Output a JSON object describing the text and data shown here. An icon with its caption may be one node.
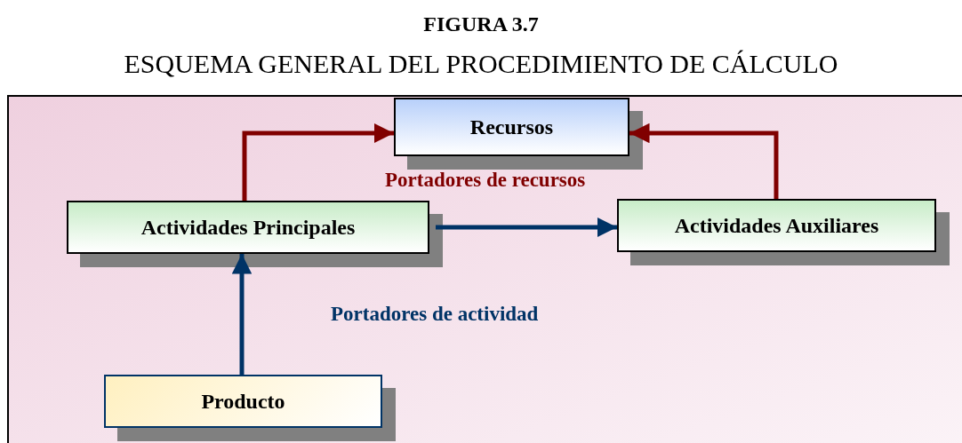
{
  "diagram": {
    "title": "ESQUEMA GENERAL DEL PROCEDIMIENTO DE CÁLCULO",
    "nodes": [
      {
        "text": [
          "Recursos"
        ]
      },
      {
        "text": [
          "Actividades Principales"
        ]
      },
      {
        "text": [
          "Actividades Auxiliares"
        ]
      },
      {
        "text": [
          "Producto"
        ]
      }
    ],
    "edges": [
      {
        "from": 1,
        "to": 0,
        "arrow": "to",
        "color": "#800000"
      },
      {
        "from": 2,
        "to": 0,
        "arrow": "to",
        "color": "#800000"
      },
      {
        "from": 1,
        "to": 2,
        "arrow": "to",
        "color": "#003366"
      },
      {
        "from": 3,
        "to": 1,
        "arrow": "to",
        "color": "#003366"
      }
    ],
    "labels": [
      "FIGURA 3.7",
      "Portadores de recursos",
      "Portadores de actividad"
    ]
  }
}
